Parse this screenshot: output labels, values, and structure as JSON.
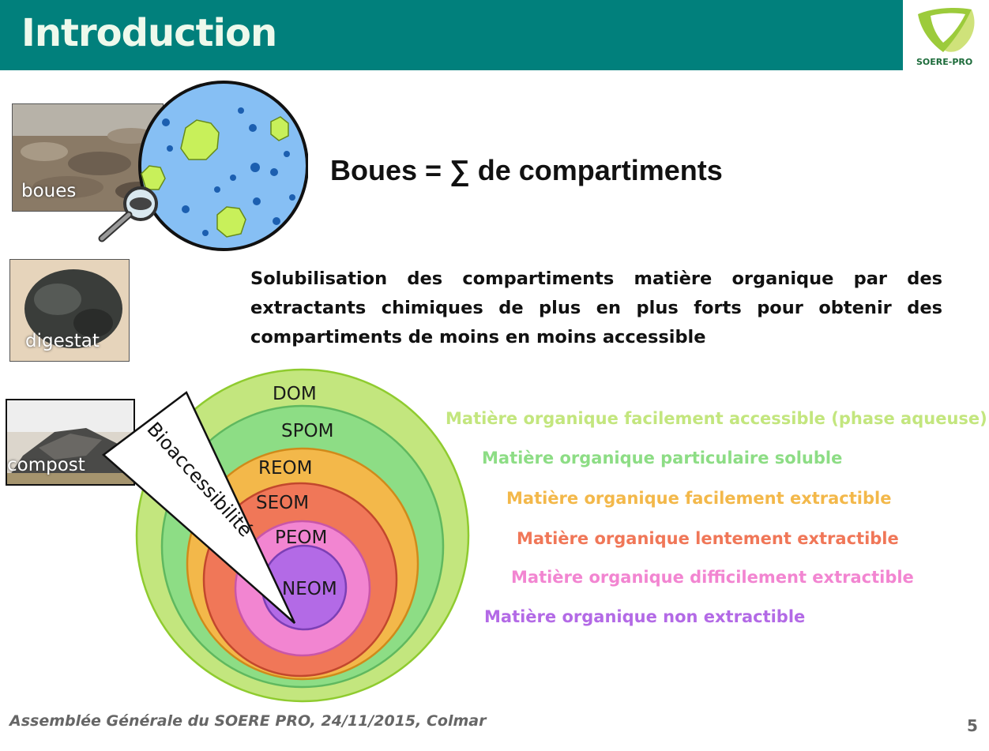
{
  "header": {
    "title": "Introduction"
  },
  "logo": {
    "text": "SOERE-PRO"
  },
  "samples": [
    {
      "label": "boues"
    },
    {
      "label": "digestat"
    },
    {
      "label": "compost"
    }
  ],
  "headline": "Boues = ∑ de compartiments",
  "paragraph": "Solubilisation des compartiments matière organique par des extractants chimiques de plus en plus forts pour obtenir des compartiments de moins en moins accessible",
  "arrow_label": "Bioaccessibilité",
  "compartments": [
    {
      "abbr": "DOM",
      "desc": "Matière organique facilement accessible (phase aqueuse)",
      "color": "#c3e67e"
    },
    {
      "abbr": "SPOM",
      "desc": "Matière organique particulaire soluble",
      "color": "#8ddd85"
    },
    {
      "abbr": "REOM",
      "desc": "Matière organique facilement extractible",
      "color": "#f3b84a"
    },
    {
      "abbr": "SEOM",
      "desc": "Matière organique lentement extractible",
      "color": "#f07758"
    },
    {
      "abbr": "PEOM",
      "desc": "Matière organique difficilement extractible",
      "color": "#f285d1"
    },
    {
      "abbr": "NEOM",
      "desc": "Matière organique non extractible",
      "color": "#b36ae6"
    }
  ],
  "footer": "Assemblée Générale du SOERE PRO, 24/11/2015, Colmar",
  "page_number": "5"
}
